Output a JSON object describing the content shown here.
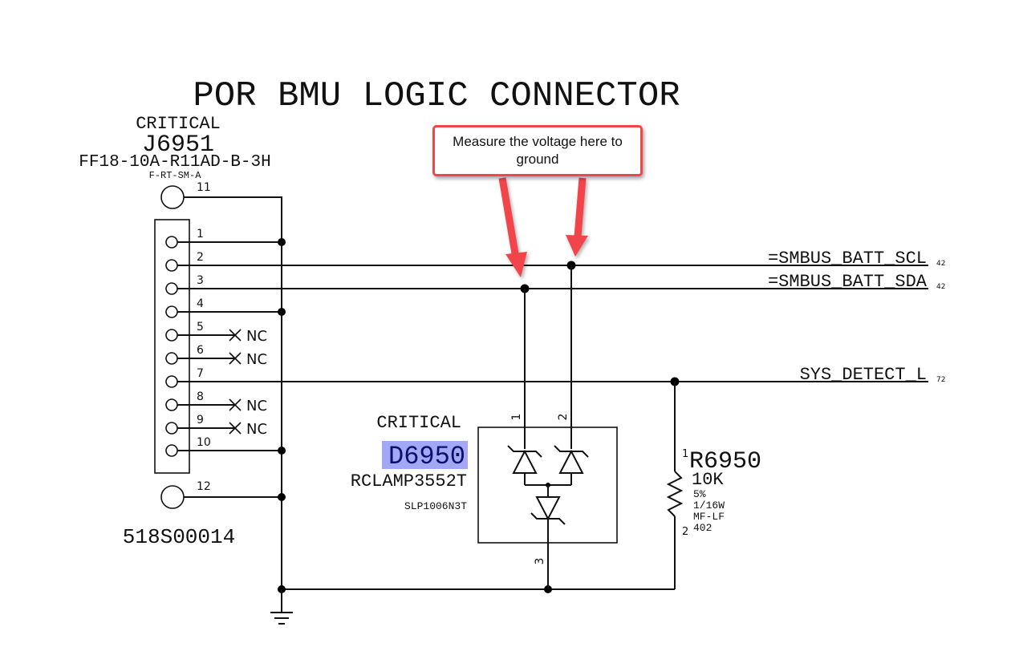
{
  "title": "POR BMU LOGIC CONNECTOR",
  "connector": {
    "critical_label": "CRITICAL",
    "refdes": "J6951",
    "part_number": "FF18-10A-R11AD-B-3H",
    "footprint": "F-RT-SM-A",
    "apn": "518S00014",
    "pins": [
      {
        "number": "1",
        "net": "GND"
      },
      {
        "number": "2",
        "net": "=SMBUS_BATT_SCL"
      },
      {
        "number": "3",
        "net": "=SMBUS_BATT_SDA"
      },
      {
        "number": "4",
        "net": "GND"
      },
      {
        "number": "5",
        "net": "NC"
      },
      {
        "number": "6",
        "net": "NC"
      },
      {
        "number": "7",
        "net": "SYS_DETECT_L"
      },
      {
        "number": "8",
        "net": "NC"
      },
      {
        "number": "9",
        "net": "NC"
      },
      {
        "number": "10",
        "net": "GND"
      }
    ],
    "shield_pins": [
      "11",
      "12"
    ],
    "nc_label": "NC"
  },
  "nets": [
    {
      "name": "=SMBUS_BATT_SCL",
      "page_ref": "42"
    },
    {
      "name": "=SMBUS_BATT_SDA",
      "page_ref": "42"
    },
    {
      "name": "SYS_DETECT_L",
      "page_ref": "72"
    }
  ],
  "diode": {
    "critical_label": "CRITICAL",
    "refdes": "D6950",
    "part_number": "RCLAMP3552T",
    "package": "SLP1006N3T",
    "pins": [
      "1",
      "2",
      "3"
    ],
    "highlight_color": "#a3a8f5"
  },
  "resistor": {
    "refdes": "R6950",
    "value": "10K",
    "tolerance": "5%",
    "power": "1/16W",
    "type": "MF-LF",
    "size": "402",
    "pin1": "1",
    "pin2": "2"
  },
  "callout": {
    "text": "Measure the voltage here to ground",
    "color": "#f2444b"
  }
}
